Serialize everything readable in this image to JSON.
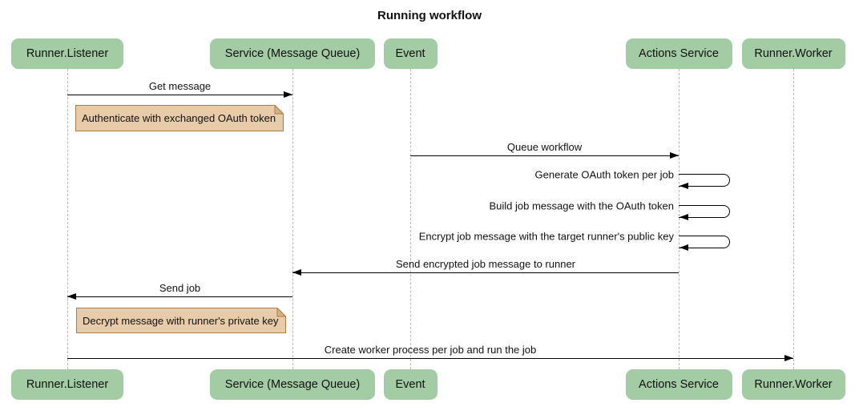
{
  "title": "Running workflow",
  "colors": {
    "background": "#ffffff",
    "participant_fill": "#a3cba4",
    "participant_text": "#111111",
    "note_fill": "#e8cba8",
    "note_border": "#aa7d4a",
    "note_fold": "#d8b183",
    "lifeline": "#b6b6b6",
    "message_line": "#000000",
    "message_text": "#111111"
  },
  "participants": [
    {
      "id": "runner-listener",
      "label": "Runner.Listener"
    },
    {
      "id": "service-mq",
      "label": "Service (Message Queue)"
    },
    {
      "id": "event",
      "label": "Event"
    },
    {
      "id": "actions-service",
      "label": "Actions Service"
    },
    {
      "id": "runner-worker",
      "label": "Runner.Worker"
    }
  ],
  "messages": [
    {
      "id": "get-message",
      "kind": "arrow",
      "from": "runner-listener",
      "to": "service-mq",
      "label": "Get message"
    },
    {
      "id": "note-authenticate",
      "kind": "note",
      "near": "runner-listener",
      "text": "Authenticate with exchanged OAuth token"
    },
    {
      "id": "queue-workflow",
      "kind": "arrow",
      "from": "event",
      "to": "actions-service",
      "label": "Queue workflow"
    },
    {
      "id": "generate-token",
      "kind": "self",
      "on": "actions-service",
      "label": "Generate OAuth token per job"
    },
    {
      "id": "build-job-message",
      "kind": "self",
      "on": "actions-service",
      "label": "Build job message with the OAuth token"
    },
    {
      "id": "encrypt-job-message",
      "kind": "self",
      "on": "actions-service",
      "label": "Encrypt job message with the target runner's public key"
    },
    {
      "id": "send-encrypted",
      "kind": "arrow",
      "from": "actions-service",
      "to": "service-mq",
      "label": "Send encrypted job message to runner"
    },
    {
      "id": "send-job",
      "kind": "arrow",
      "from": "service-mq",
      "to": "runner-listener",
      "label": "Send job"
    },
    {
      "id": "note-decrypt",
      "kind": "note",
      "near": "runner-listener",
      "text": "Decrypt message with runner's private key"
    },
    {
      "id": "create-worker",
      "kind": "arrow",
      "from": "runner-listener",
      "to": "runner-worker",
      "label": "Create worker process per job and run the job"
    }
  ]
}
